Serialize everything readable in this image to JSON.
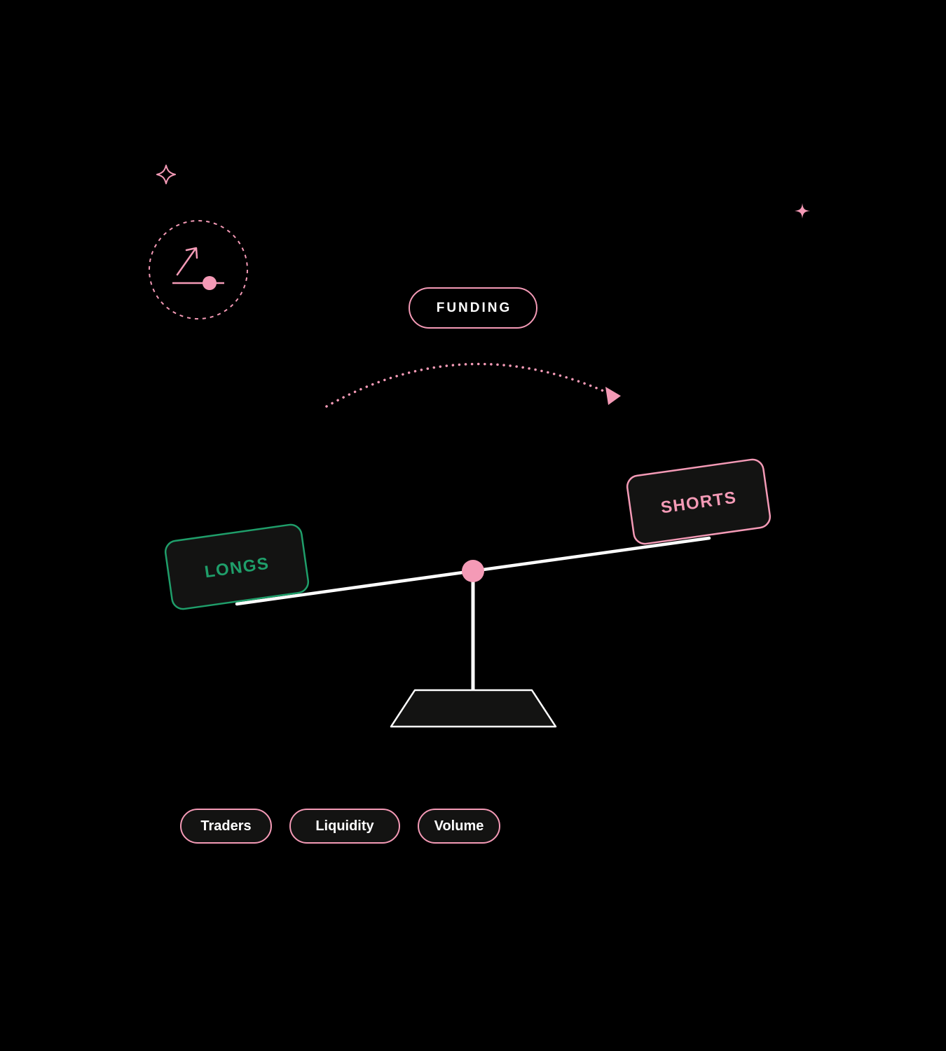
{
  "colors": {
    "background": "#000000",
    "accent_pink": "#f49ab6",
    "accent_green": "#1f9e6a",
    "panel_fill": "#131312",
    "line_white": "#ffffff"
  },
  "funding_label": "FUNDING",
  "seesaw": {
    "left_label": "LONGS",
    "right_label": "SHORTS"
  },
  "tags": [
    {
      "label": "Traders"
    },
    {
      "label": "Liquidity"
    },
    {
      "label": "Volume"
    }
  ],
  "icons": {
    "sparkle_outline": "sparkle-outline-icon",
    "sparkle_filled": "sparkle-filled-icon",
    "angle_gauge": "angle-gauge-icon",
    "arc_arrow": "curved-arrow-icon"
  }
}
